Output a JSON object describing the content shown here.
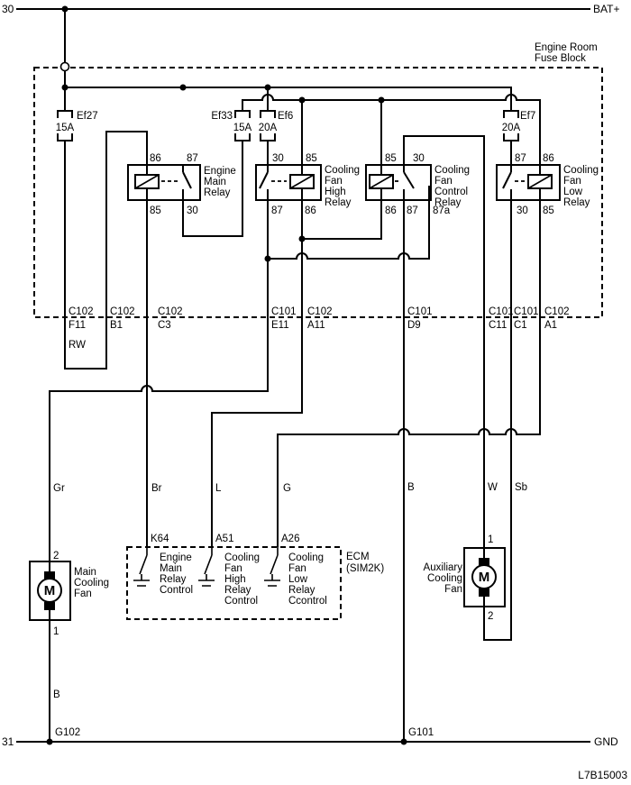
{
  "diagram": {
    "code": "L7B15003",
    "rails": {
      "top_left": "30",
      "top_right": "BAT+",
      "bottom_left": "31",
      "bottom_right": "GND"
    },
    "fuse_block": {
      "title_line1": "Engine Room",
      "title_line2": "Fuse Block"
    },
    "fuses": [
      {
        "id": "Ef27",
        "rating": "15A"
      },
      {
        "id": "Ef33",
        "rating": "15A"
      },
      {
        "id": "Ef6",
        "rating": "20A"
      },
      {
        "id": "Ef7",
        "rating": "20A"
      }
    ],
    "relays": {
      "engine_main": {
        "lines": [
          "Engine",
          "Main",
          "Relay"
        ],
        "pin_tl": "86",
        "pin_tr": "87",
        "pin_bl": "85",
        "pin_br": "30"
      },
      "fan_high": {
        "lines": [
          "Cooling",
          "Fan",
          "High",
          "Relay"
        ],
        "pin_tl": "30",
        "pin_tr": "85",
        "pin_bl": "87",
        "pin_br": "86"
      },
      "fan_control": {
        "lines": [
          "Cooling",
          "Fan",
          "Control",
          "Relay"
        ],
        "pin_tl": "85",
        "pin_tr": "30",
        "pin_bl": "86",
        "pin_bm": "87",
        "pin_br": "87a"
      },
      "fan_low": {
        "lines": [
          "Cooling",
          "Fan",
          "Low",
          "Relay"
        ],
        "pin_tl": "87",
        "pin_tr": "86",
        "pin_bl": "30",
        "pin_br": "85"
      }
    },
    "connectors": [
      {
        "conn": "C102",
        "pin": "F11"
      },
      {
        "conn": "C102",
        "pin": "B1"
      },
      {
        "conn": "C102",
        "pin": "C3"
      },
      {
        "conn": "C101",
        "pin": "E11"
      },
      {
        "conn": "C102",
        "pin": "A11"
      },
      {
        "conn": "C101",
        "pin": "D9"
      },
      {
        "conn": "C101",
        "pin": "C11"
      },
      {
        "conn": "C101",
        "pin": "C1"
      },
      {
        "conn": "C102",
        "pin": "A1"
      }
    ],
    "wires": {
      "rw": "RW",
      "gr": "Gr",
      "br": "Br",
      "l": "L",
      "g": "G",
      "b1": "B",
      "w": "W",
      "sb": "Sb",
      "b2": "B"
    },
    "grounds": {
      "left": "G102",
      "right": "G101"
    },
    "ecm": {
      "label_line1": "ECM",
      "label_line2": "(SIM2K)",
      "pins": [
        {
          "id": "K64",
          "lines": [
            "Engine",
            "Main",
            "Relay",
            "Control"
          ]
        },
        {
          "id": "A51",
          "lines": [
            "Cooling",
            "Fan",
            "High",
            "Relay",
            "Control"
          ]
        },
        {
          "id": "A26",
          "lines": [
            "Cooling",
            "Fan",
            "Low",
            "Relay",
            "Ccontrol"
          ]
        }
      ]
    },
    "fans": {
      "main": {
        "lines": [
          "Main",
          "Cooling",
          "Fan"
        ],
        "motor": "M",
        "pin_top": "2",
        "pin_bottom": "1"
      },
      "aux": {
        "lines": [
          "Auxiliary",
          "Cooling",
          "Fan"
        ],
        "motor": "M",
        "pin_top": "1",
        "pin_bottom": "2"
      }
    }
  }
}
